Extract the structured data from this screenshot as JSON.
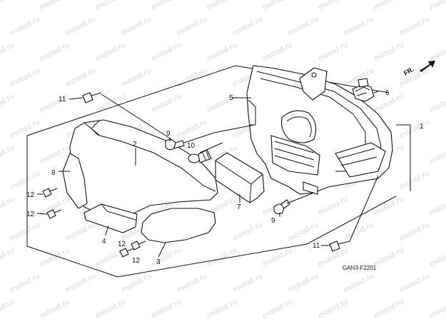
{
  "watermark": "motod.ru",
  "direction_label": "FR.",
  "diagram_code": "GAN3-F2201",
  "callouts": {
    "c1": "1",
    "c2": "2",
    "c3": "3",
    "c4": "4",
    "c5": "5",
    "c6": "6",
    "c7": "7",
    "c8": "8",
    "c9a": "9",
    "c9b": "9",
    "c10": "10",
    "c11a": "11",
    "c11b": "11",
    "c12a": "12",
    "c12b": "12",
    "c12c": "12"
  },
  "colors": {
    "line": "#111111",
    "watermark": "#d4d4d4",
    "background": "#ffffff"
  }
}
